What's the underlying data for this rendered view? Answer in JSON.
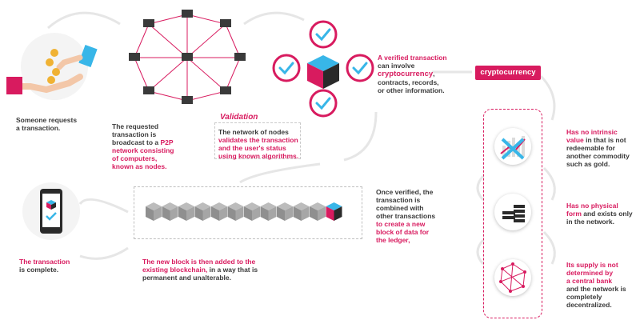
{
  "colors": {
    "accent": "#d81b5f",
    "cyan": "#38b6e8",
    "dark": "#2a2a2a",
    "gray": "#8a8a8a"
  },
  "step1": {
    "line1": "Someone requests",
    "line2": "a transaction."
  },
  "step2": {
    "l1": "The requested",
    "l2": "transaction is",
    "l3a": "broadcast to a ",
    "l3b": "P2P",
    "l4": "network consisting",
    "l5": "of computers,",
    "l6": "known as nodes."
  },
  "validation": {
    "title": "Validation",
    "l1": "The network of nodes",
    "l2": "validates the transaction",
    "l3": "and the user's status",
    "l4": "using known algorithms."
  },
  "verified": {
    "l1": "A verified transaction",
    "l2": "can involve",
    "l3a": "cryptocurrency",
    "l3b": ",",
    "l4": "contracts, records,",
    "l5": "or other information."
  },
  "crypto_tag": "cryptocurrency",
  "prop1": {
    "l1": "Has no intrinsic",
    "l2a": "value",
    "l2b": " in that is not",
    "l3": "redeemable for",
    "l4": "another commodity",
    "l5": "such as gold."
  },
  "prop2": {
    "l1": "Has no physical",
    "l2a": "form",
    "l2b": " and exists only",
    "l3": "in the network."
  },
  "prop3": {
    "l1": "Its supply is not",
    "l2": "determined by",
    "l3": "a central bank",
    "l4": "and the network is",
    "l5": "completely",
    "l6": "decentralized."
  },
  "combined": {
    "l1": "Once verified, the",
    "l2": "transaction is",
    "l3": "combined with",
    "l4a": "other transactions",
    "l4b": " to create a new",
    "l5": "block of data for",
    "l6": "the ledger,"
  },
  "added": {
    "l1a": "The new block is then added to the",
    "l2": "existing blockchain,",
    "l2b": " in a way that is",
    "l3": "permanent and unalterable."
  },
  "complete": {
    "l1": "The transaction",
    "l2": "is complete."
  }
}
